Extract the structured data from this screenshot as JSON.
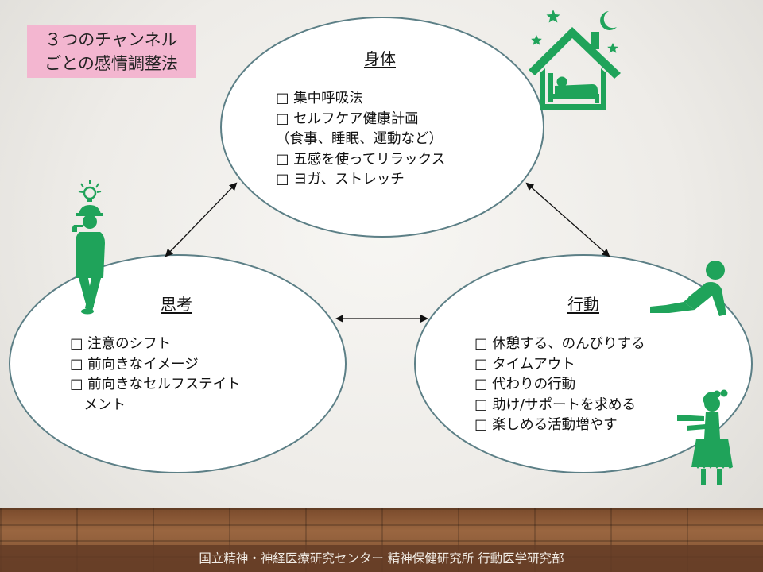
{
  "title": {
    "line1": "３つのチャンネル",
    "line2": "ごとの感情調整法"
  },
  "channels": {
    "body": {
      "heading": "身体",
      "items": [
        "□ 集中呼吸法",
        "□ セルフケア健康計画",
        "（食事、睡眠、運動など）",
        "□ 五感を使ってリラックス",
        "□ ヨガ、ストレッチ"
      ]
    },
    "thought": {
      "heading": "思考",
      "items": [
        "□ 注意のシフト",
        "□ 前向きなイメージ",
        "□ 前向きなセルフステイト",
        "　メント"
      ]
    },
    "action": {
      "heading": "行動",
      "items": [
        "□ 休憩する、のんびりする",
        "□ タイムアウト",
        "□ 代わりの行動",
        "□ 助け/サポートを求める",
        "□ 楽しめる活動増やす"
      ]
    }
  },
  "footer": {
    "text": "国立精神・神経医療研究センター 精神保健研究所 行動医学研究部"
  },
  "icons": {
    "house": "house-sleeping-icon",
    "thinker": "thinking-person-icon",
    "relaxing": "relaxing-person-icon",
    "dancer": "dancing-person-icon"
  },
  "colors": {
    "icon_green": "#1fa35a",
    "ellipse_border": "#5c7f86",
    "title_box": "#f3b6d0"
  }
}
